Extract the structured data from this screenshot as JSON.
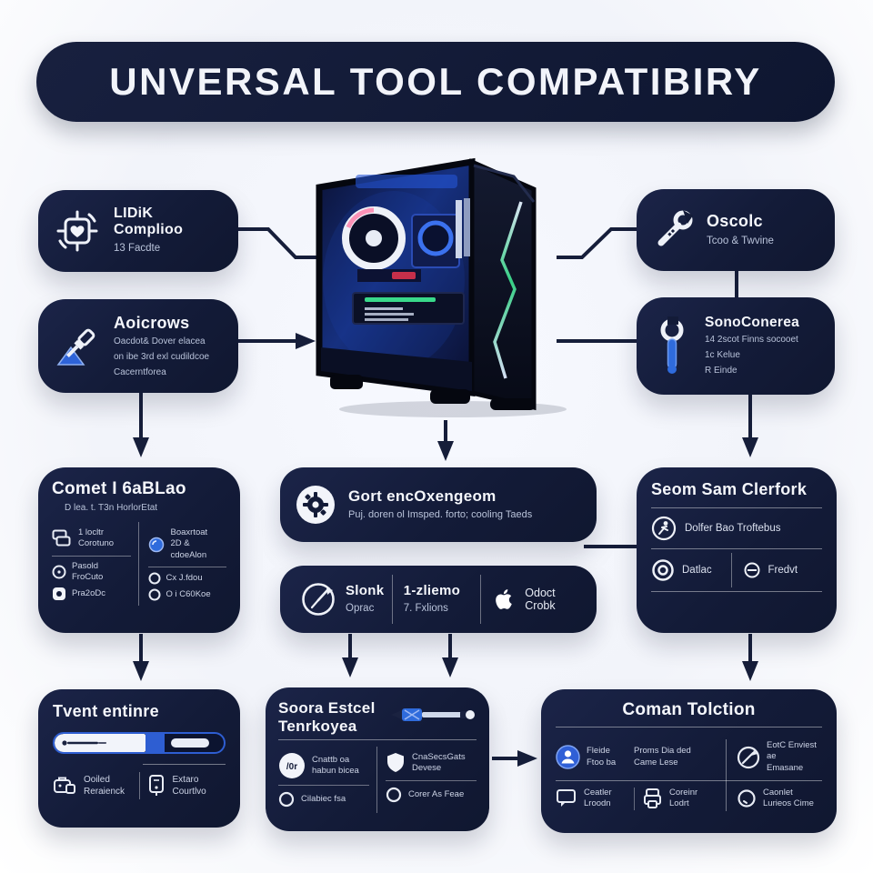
{
  "title": "UNVERSAL TOOL COMPATIBIRY",
  "colors": {
    "background": "#f2f4fa",
    "panel_navy": "#131b38",
    "accent_blue": "#2e5ed2",
    "text_light": "#f2f4fa",
    "text_muted": "#b9c3da",
    "arrow": "#161e3a",
    "rgb_green": "#39d98a"
  },
  "icons": {
    "lidik": "chip-heart-icon",
    "aoicrows": "screwdriver-icon",
    "oscolc": "wrench-icon",
    "sonoconerea": "wrench-blue-icon",
    "gort": "gear-badge-icon",
    "slonk": "compass-icon",
    "slonk_seg3": "apple-icon",
    "seom_row1": "runner-circle-icon",
    "seom_cell1": "target-icon",
    "seom_cell2": "theta-icon",
    "tvent_item1": "toolbox-icon",
    "tvent_item2": "device-icon",
    "soora_item1": "badge-circle-icon",
    "soora_item2": "shield-icon",
    "soora_item3": "circle-icon",
    "soora_item4": "circle-icon",
    "coman_c1": "user-badge-icon",
    "coman_c3": "compass-arrow-icon",
    "coman_c4": "monitor-icon",
    "coman_c5": "printer-icon",
    "coman_c6": "circle-check-icon",
    "center": "gaming-pc-image"
  },
  "nodes": {
    "lidik": {
      "title": "LIDiK Complioo",
      "subtitle": "13 Facdte"
    },
    "aoicrows": {
      "title": "Aoicrows",
      "line1": "Oacdot& Dover elacea",
      "line2": "on ibe 3rd exl cudildcoe",
      "line3": "Cacerntforea"
    },
    "oscolc": {
      "title": "Oscolc",
      "subtitle": "Tcoo & Twvine"
    },
    "sonoconerea": {
      "title": "SonoConerea",
      "line1": "14 2scot Finns socooet",
      "line2": "1c Kelue",
      "line3": "R Einde"
    },
    "comet": {
      "title": "Comet I 6aBLao",
      "subtitle": "D lea. t. T3n HorlorEtat",
      "item1_line1": "1 locltr",
      "item1_line2": "Corotuno",
      "item2_line1": "Boaxrtoat",
      "item2_line2": "2D & cdoeAlon",
      "item3_line1": "Pasold",
      "item3_line2": "FroCuto",
      "item3_line3": "Pra2oDc",
      "item4_line1": "Cx J.fdou",
      "item4_line2": "O i C60Koe"
    },
    "gort": {
      "title": "Gort encOxengeom",
      "subtitle": "Puj. doren ol Imsped. forto; cooling Taeds"
    },
    "slonk": {
      "seg1_title": "Slonk",
      "seg1_sub": "Oprac",
      "seg2_title": "1-zliemo",
      "seg2_sub": "7. Fxlions",
      "seg3_label": "Odoct Crobk"
    },
    "seom": {
      "title": "Seom Sam Clerfork",
      "row1_label": "Dolfer Bao Troftebus",
      "cell1_label": "Datlac",
      "cell2_label": "Fredvt"
    },
    "tvent": {
      "title": "Tvent entinre",
      "item1_line1": "Ooiled",
      "item1_line2": "Reraienck",
      "item2_line1": "Extaro",
      "item2_line2": "Courtlvo"
    },
    "soora": {
      "title_line1": "Soora Estcel",
      "title_line2": "Tenrkoyea",
      "badge": "/0r",
      "item1_line1": "Cnattb oa",
      "item1_line2": "habun bicea",
      "item2_line1": "CnaSecsGats",
      "item2_line2": "Devese",
      "item3_label": "Cilabiec fsa",
      "item4_label": "Corer As Feae"
    },
    "coman": {
      "title": "Coman Tolction",
      "c1_line1": "Fleide",
      "c1_line2": "Ftoo ba",
      "c2_line1": "Proms Dia ded",
      "c2_line2": "Came Lese",
      "c3_line1": "EotC Enviest ae",
      "c3_line2": "Emasane",
      "c4_line1": "Ceatler",
      "c4_line2": "Lroodn",
      "c5_line1": "Coreinr",
      "c5_line2": "Lodrt",
      "c6_line1": "Caonlet",
      "c6_line2": "Lurieos Cime"
    }
  },
  "progress": {
    "segment1_width": "54%",
    "segment2_width": "11%"
  }
}
